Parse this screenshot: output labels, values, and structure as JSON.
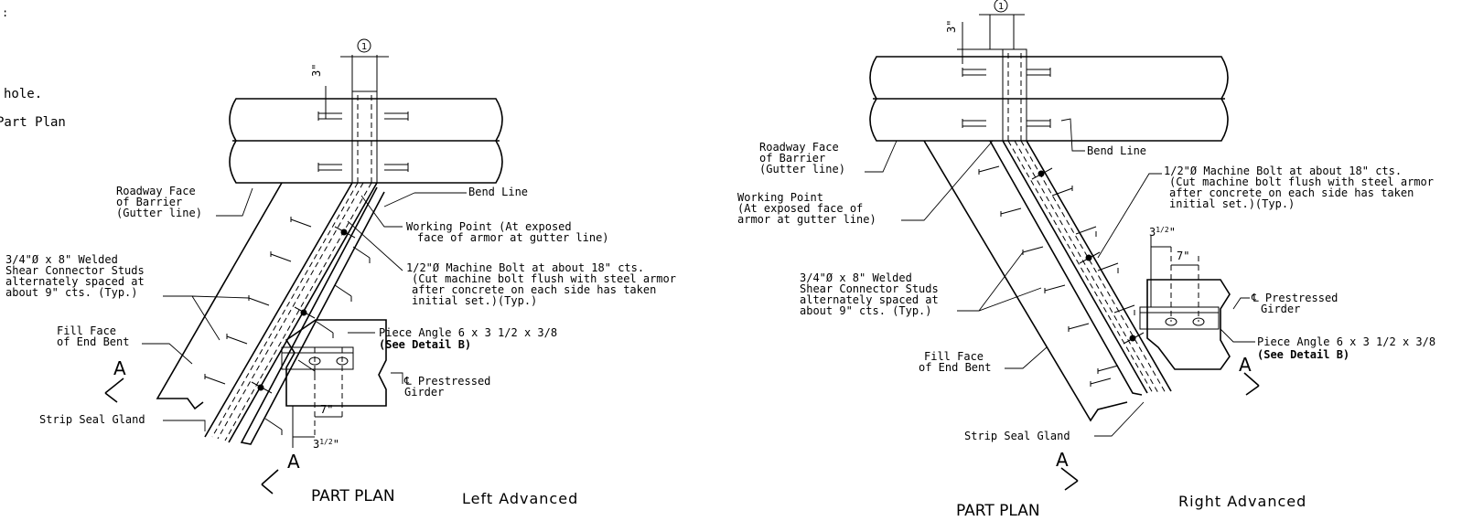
{
  "margin_text": {
    "colon": ":",
    "hole": "hole.",
    "part_plan_ref": "Part Plan"
  },
  "left": {
    "title": "PART PLAN",
    "subtitle": "Left Advanced",
    "callout_number": "1",
    "dim_top": "3\"",
    "dim_7": "7\"",
    "dim_3_5": "3",
    "dim_3_5_frac": "1/2",
    "dim_3_5_inch": "\"",
    "section_mark": "A",
    "labels": {
      "roadway_face": [
        "Roadway Face",
        "of Barrier",
        "(Gutter line)"
      ],
      "bend_line": "Bend Line",
      "working_point": [
        "Working Point (At exposed",
        "face of armor at gutter line)"
      ],
      "machine_bolt": [
        "1/2\"Ø Machine Bolt at about 18\" cts.",
        "(Cut machine bolt flush with steel armor",
        "after concrete on each side has taken",
        "initial set.)(Typ.)"
      ],
      "studs": [
        "3/4\"Ø x 8\" Welded",
        "Shear Connector Studs",
        "alternately spaced at",
        "about 9\" cts. (Typ.)"
      ],
      "fill_face": [
        "Fill Face",
        "of End Bent"
      ],
      "piece_angle": "Piece Angle 6 x 3 1/2 x 3/8",
      "see_detail": "(See Detail B)",
      "girder": [
        "℄ Prestressed",
        "Girder"
      ],
      "strip_seal": "Strip Seal Gland"
    }
  },
  "right": {
    "title": "PART PLAN",
    "subtitle": "Right Advanced",
    "callout_number": "1",
    "dim_top": "3\"",
    "dim_7": "7\"",
    "dim_3_5": "3",
    "dim_3_5_frac": "1/2",
    "dim_3_5_inch": "\"",
    "section_mark": "A",
    "labels": {
      "roadway_face": [
        "Roadway Face",
        "of Barrier",
        "(Gutter line)"
      ],
      "bend_line": "Bend Line",
      "working_point": [
        "Working Point",
        "(At exposed face of",
        "armor at gutter line)"
      ],
      "machine_bolt": [
        "1/2\"Ø Machine Bolt at about 18\" cts.",
        "(Cut machine bolt flush with steel armor",
        "after concrete on each side has taken",
        "initial set.)(Typ.)"
      ],
      "studs": [
        "3/4\"Ø x 8\" Welded",
        "Shear Connector Studs",
        "alternately spaced at",
        "about 9\" cts. (Typ.)"
      ],
      "fill_face": [
        "Fill Face",
        "of End Bent"
      ],
      "piece_angle": "Piece Angle 6 x 3 1/2 x 3/8",
      "see_detail": "(See Detail B)",
      "girder": [
        "℄ Prestressed",
        "Girder"
      ],
      "strip_seal": "Strip Seal Gland"
    }
  }
}
